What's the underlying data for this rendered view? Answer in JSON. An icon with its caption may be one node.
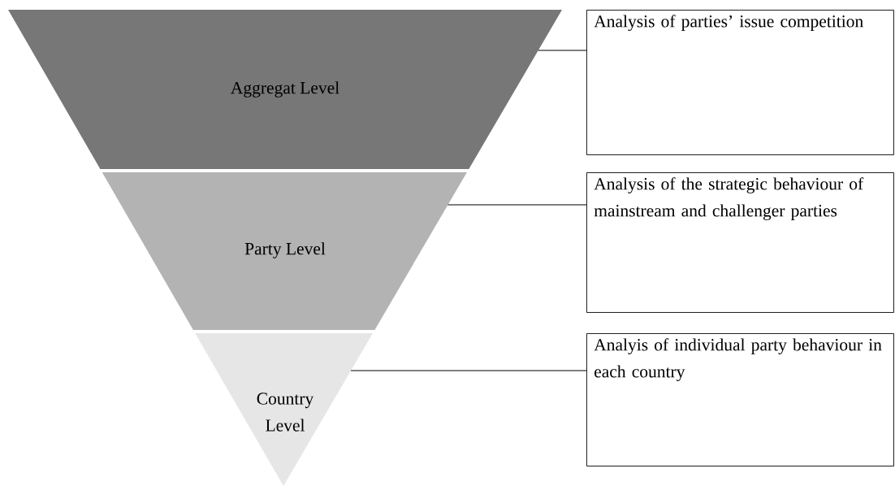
{
  "diagram": {
    "nodes": [
      {
        "text": [
          "Aggregat Level"
        ]
      },
      {
        "text": [
          "Party Level"
        ]
      },
      {
        "text": [
          "Country Level"
        ]
      },
      {
        "text": [
          "Analysis of parties’ issue competition"
        ]
      },
      {
        "text": [
          "Analysis of the strategic behaviour of mainstream and challenger parties"
        ]
      },
      {
        "text": [
          "Analyis of individual party behaviour in each country"
        ]
      }
    ],
    "edges": [
      {
        "from": 0,
        "to": 3,
        "arrow": "none"
      },
      {
        "from": 1,
        "to": 4,
        "arrow": "none"
      },
      {
        "from": 2,
        "to": 5,
        "arrow": "none"
      }
    ]
  }
}
